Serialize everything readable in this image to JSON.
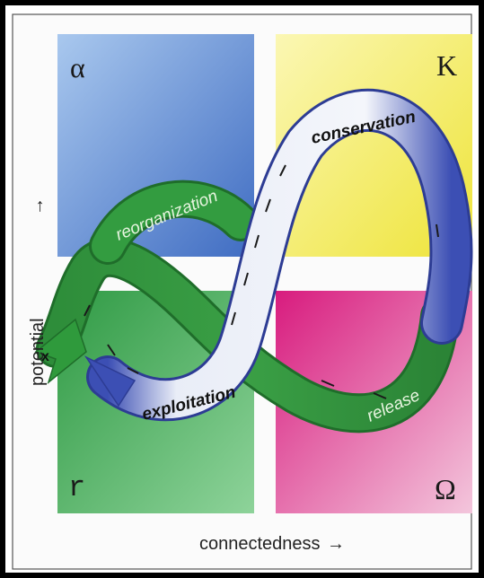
{
  "quadrants": {
    "alpha": {
      "symbol": "α",
      "color": "#5b8fd6"
    },
    "k": {
      "symbol": "K",
      "color": "#f0ea5a"
    },
    "r": {
      "symbol": "r",
      "color": "#3fa34d"
    },
    "omega": {
      "symbol": "Ω",
      "color": "#e0509a"
    }
  },
  "phases": {
    "conservation": "conservation",
    "reorganization": "reorganization",
    "exploitation": "exploitation",
    "release": "release"
  },
  "axes": {
    "y_label": "potential",
    "x_label": "connectedness",
    "y_arrow": "→",
    "x_arrow": "→"
  },
  "exit_marker": "x",
  "colors": {
    "frame": "#000000",
    "green_band": "#2f8f3a",
    "white_band": "#eef1f7",
    "blue_shade": "#3f52b5"
  }
}
